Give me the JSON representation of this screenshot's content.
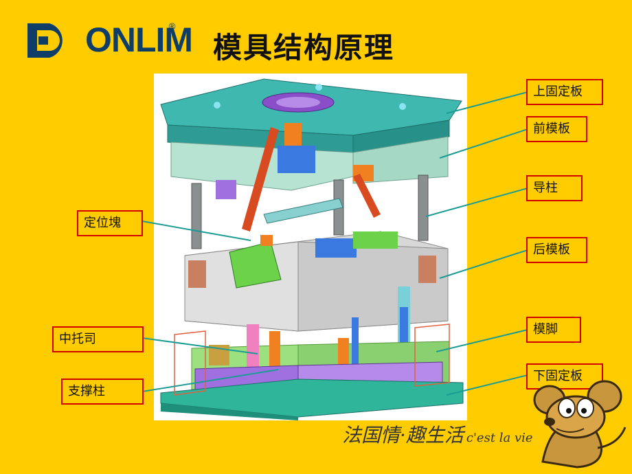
{
  "brand": {
    "logo_text": "ONLIM",
    "registered_mark": "®"
  },
  "page": {
    "title": "模具结构原理"
  },
  "labels": {
    "top_clamp_plate": "上固定板",
    "a_plate": "前模板",
    "guide_pillar": "导柱",
    "b_plate": "后模板",
    "mold_leg": "模脚",
    "bottom_clamp_plate": "下固定板",
    "locating_block": "定位塊",
    "middle_bracket": "中托司",
    "support_pillar": "支撑柱"
  },
  "slogan": {
    "text": "法国情·趣生活",
    "french": "c'est la vie"
  },
  "colors": {
    "background": "#FFCC00",
    "label_border": "#D40000",
    "leader_line": "#1A9C94",
    "logo": "#0E3E67"
  }
}
